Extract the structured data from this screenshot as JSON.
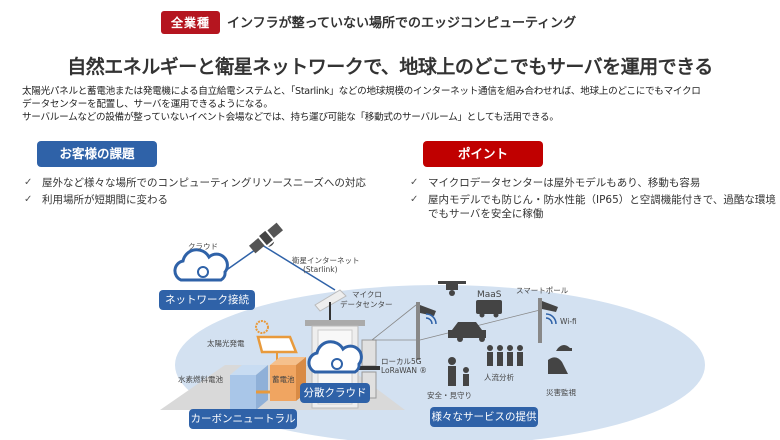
{
  "header": {
    "tag": "全業種",
    "title": "インフラが整っていない場所でのエッジコンピューティング"
  },
  "headline": "自然エネルギーと衛星ネットワークで、地球上のどこでもサーバを運用できる",
  "description": [
    "太陽光パネルと蓄電池または発電機による自立給電システムと、「Starlink」などの地球規模のインターネット通信を組み合わせれば、地球上のどこにでもマイクロ",
    "データセンターを配置し、サーバを運用できるようになる。",
    "サーバルームなどの設備が整っていないイベント会場などでは、持ち運び可能な「移動式のサーバルーム」としても活用できる。"
  ],
  "challenges": {
    "label": "お客様の課題",
    "items": [
      "屋外など様々な場所でのコンピューティングリソースニーズへの対応",
      "利用場所が短期間に変わる"
    ]
  },
  "points": {
    "label": "ポイント",
    "items": [
      "マイクロデータセンターは屋外モデルもあり、移動も容易",
      "屋内モデルでも防じん・防水性能（IP65）と空調機能付きで、過酷な環境でもサーバを安全に稼働"
    ]
  },
  "check_mark": "✓",
  "diagram": {
    "cloud_label": "クラウド",
    "satellite_label_1": "衛星インターネット",
    "satellite_label_2": "(Starlink)",
    "micro_dc_label_1": "マイクロ",
    "micro_dc_label_2": "データセンター",
    "solar_label": "太陽光発電",
    "fuel_cell_label": "水素燃料電池",
    "battery_label": "蓄電池",
    "local5g_label_1": "ローカル5G",
    "local5g_label_2": "LoRaWAN ®",
    "maas_label": "MaaS",
    "smart_pole_label": "スマートポール",
    "wifi_label": "Wi-fi",
    "people_flow_label": "人流分析",
    "safety_label": "安全・見守り",
    "disaster_label": "災害監視",
    "network_box": "ネットワーク接続",
    "distributed_box": "分散クラウド",
    "carbon_box": "カーボンニュートラル",
    "services_box": "様々なサービスの提供"
  },
  "colors": {
    "tag_red": "#b5151f",
    "point_red": "#c00000",
    "blue": "#2f62a8",
    "ellipse": "#d3e1f1",
    "orange": "#f0a561",
    "light_blue_box": "#a9c6e8",
    "icon_dark": "#444444"
  }
}
